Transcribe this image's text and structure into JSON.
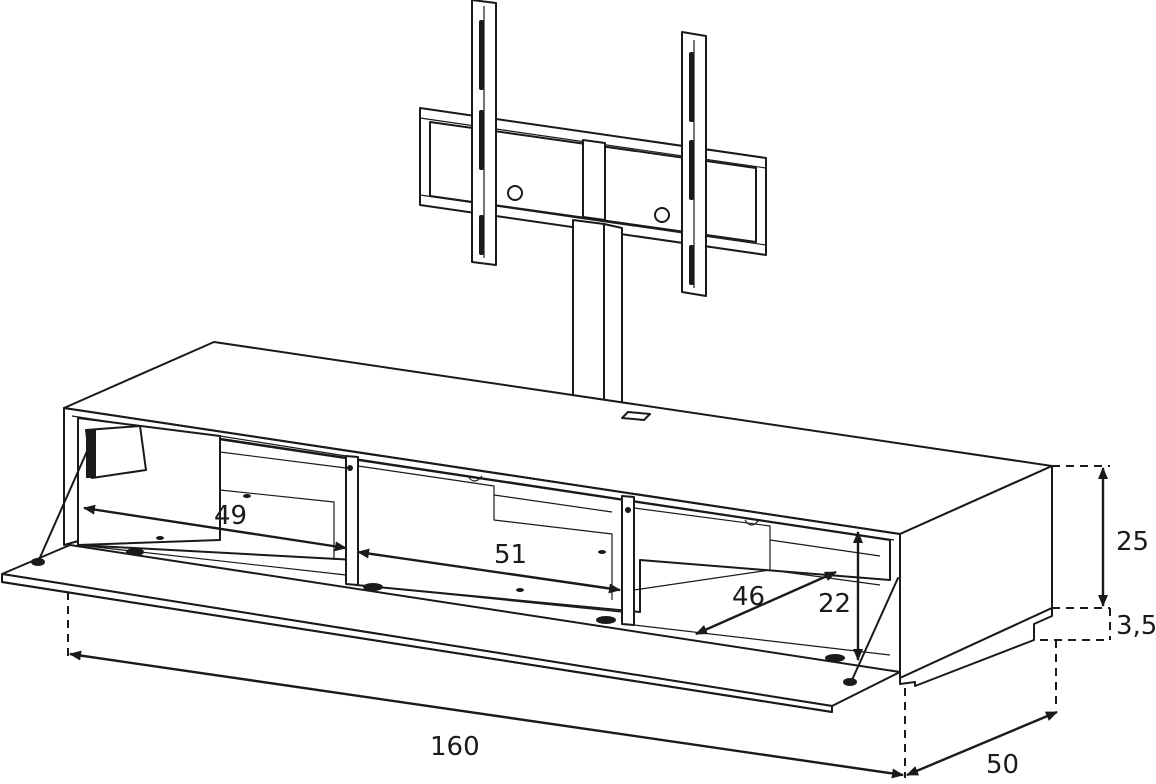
{
  "dimensions": {
    "total_width": "160",
    "depth": "50",
    "cabinet_height": "25",
    "plinth_height": "3,5",
    "left_compartment_width": "49",
    "middle_compartment_width": "51",
    "right_compartment_depth": "46",
    "inner_height": "22"
  }
}
